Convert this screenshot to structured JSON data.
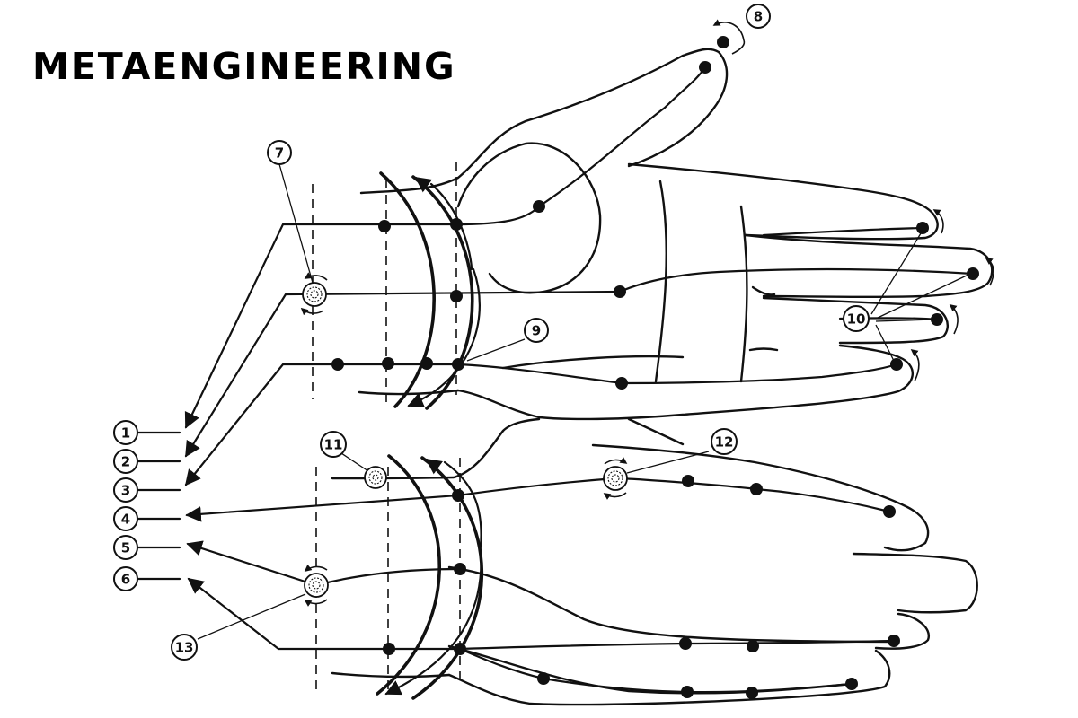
{
  "brand": "METAENGINEERING",
  "callouts": [
    {
      "id": "1",
      "label": "1"
    },
    {
      "id": "2",
      "label": "2"
    },
    {
      "id": "3",
      "label": "3"
    },
    {
      "id": "4",
      "label": "4"
    },
    {
      "id": "5",
      "label": "5"
    },
    {
      "id": "6",
      "label": "6"
    },
    {
      "id": "7",
      "label": "7"
    },
    {
      "id": "8",
      "label": "8"
    },
    {
      "id": "9",
      "label": "9"
    },
    {
      "id": "10",
      "label": "10"
    },
    {
      "id": "11",
      "label": "11"
    },
    {
      "id": "12",
      "label": "12"
    },
    {
      "id": "13",
      "label": "13"
    }
  ]
}
